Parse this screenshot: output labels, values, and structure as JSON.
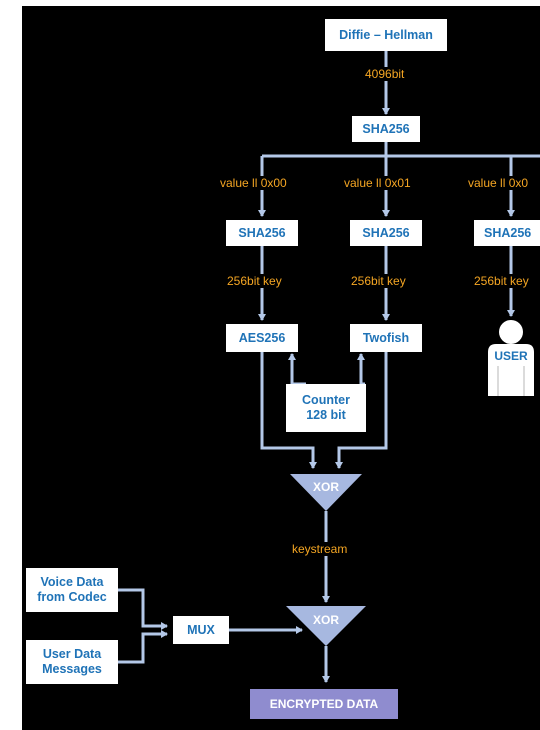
{
  "diagram": {
    "source": "Diffie – Hellman",
    "bits_label": "4096bit",
    "root_hash": "SHA256",
    "branches": [
      {
        "value_label": "value ll 0x00",
        "hash": "SHA256",
        "key_label": "256bit key",
        "cipher": "AES256"
      },
      {
        "value_label": "value ll 0x01",
        "hash": "SHA256",
        "key_label": "256bit key",
        "cipher": "Twofish"
      },
      {
        "value_label": "value ll 0x0",
        "hash": "SHA256",
        "key_label": "256bit key",
        "cipher": "USER"
      }
    ],
    "counter": {
      "line1": "Counter",
      "line2": "128 bit"
    },
    "xor1": "XOR",
    "keystream_label": "keystream",
    "xor2": "XOR",
    "inputs": [
      {
        "line1": "Voice Data",
        "line2": "from Codec"
      },
      {
        "line1": "User Data",
        "line2": "Messages"
      }
    ],
    "mux": "MUX",
    "output": "ENCRYPTED DATA"
  },
  "colors": {
    "background": "#000000",
    "box_fill": "#ffffff",
    "box_text": "#1f73b7",
    "label_text": "#f5a623",
    "wire": "#b4c8e8",
    "xor_fill": "#a7b8e0",
    "output_fill": "#8f8ccf"
  },
  "icons": {
    "user": "user-icon"
  }
}
